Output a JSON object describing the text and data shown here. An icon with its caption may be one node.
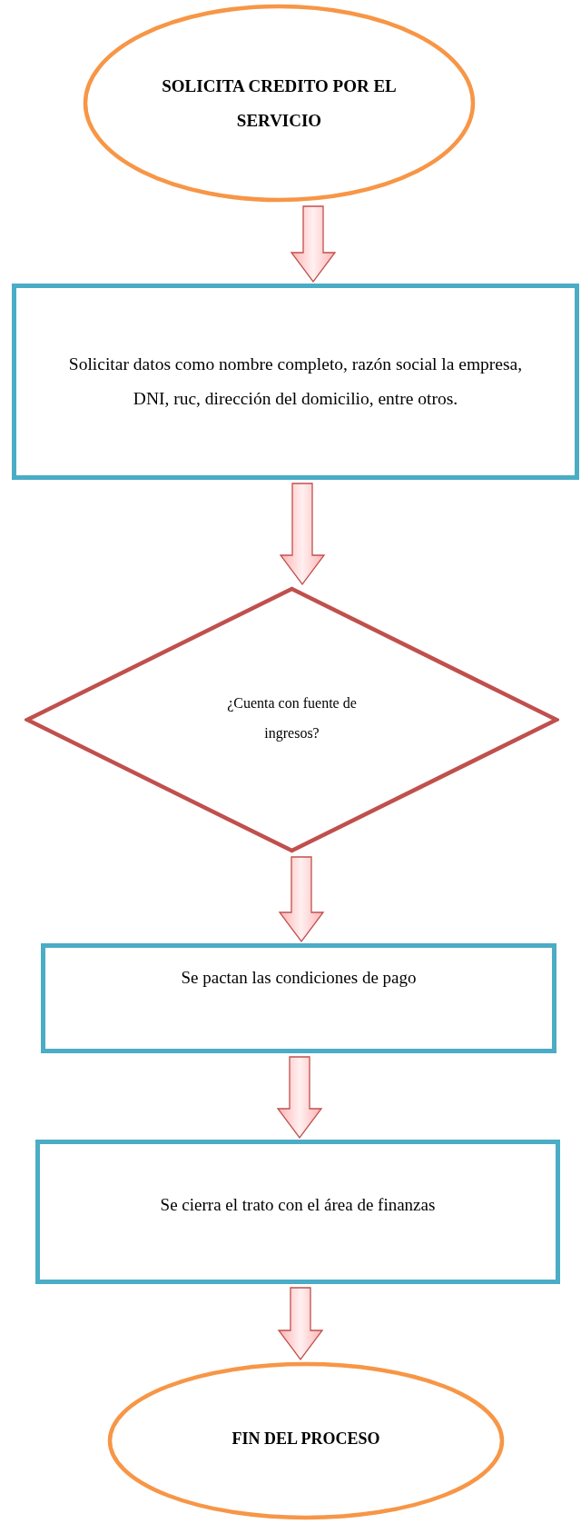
{
  "diagram": {
    "nodes": [
      {
        "text": [
          "SOLICITA CREDITO POR EL SERVICIO"
        ]
      },
      {
        "text": [
          "Solicitar datos como nombre completo, razón social la empresa, DNI, ruc, dirección del domicilio, entre otros."
        ]
      },
      {
        "text": [
          "¿Cuenta con fuente de ingresos?"
        ]
      },
      {
        "text": [
          "Se pactan las condiciones de pago"
        ]
      },
      {
        "text": [
          "Se cierra el trato con el área de finanzas"
        ]
      },
      {
        "text": [
          "FIN DEL PROCESO"
        ]
      }
    ],
    "edges": [
      {
        "from": 0,
        "to": 1,
        "arrow": "to"
      },
      {
        "from": 1,
        "to": 2,
        "arrow": "to"
      },
      {
        "from": 2,
        "to": 3,
        "arrow": "to"
      },
      {
        "from": 3,
        "to": 4,
        "arrow": "to"
      },
      {
        "from": 4,
        "to": 5,
        "arrow": "to"
      }
    ]
  }
}
